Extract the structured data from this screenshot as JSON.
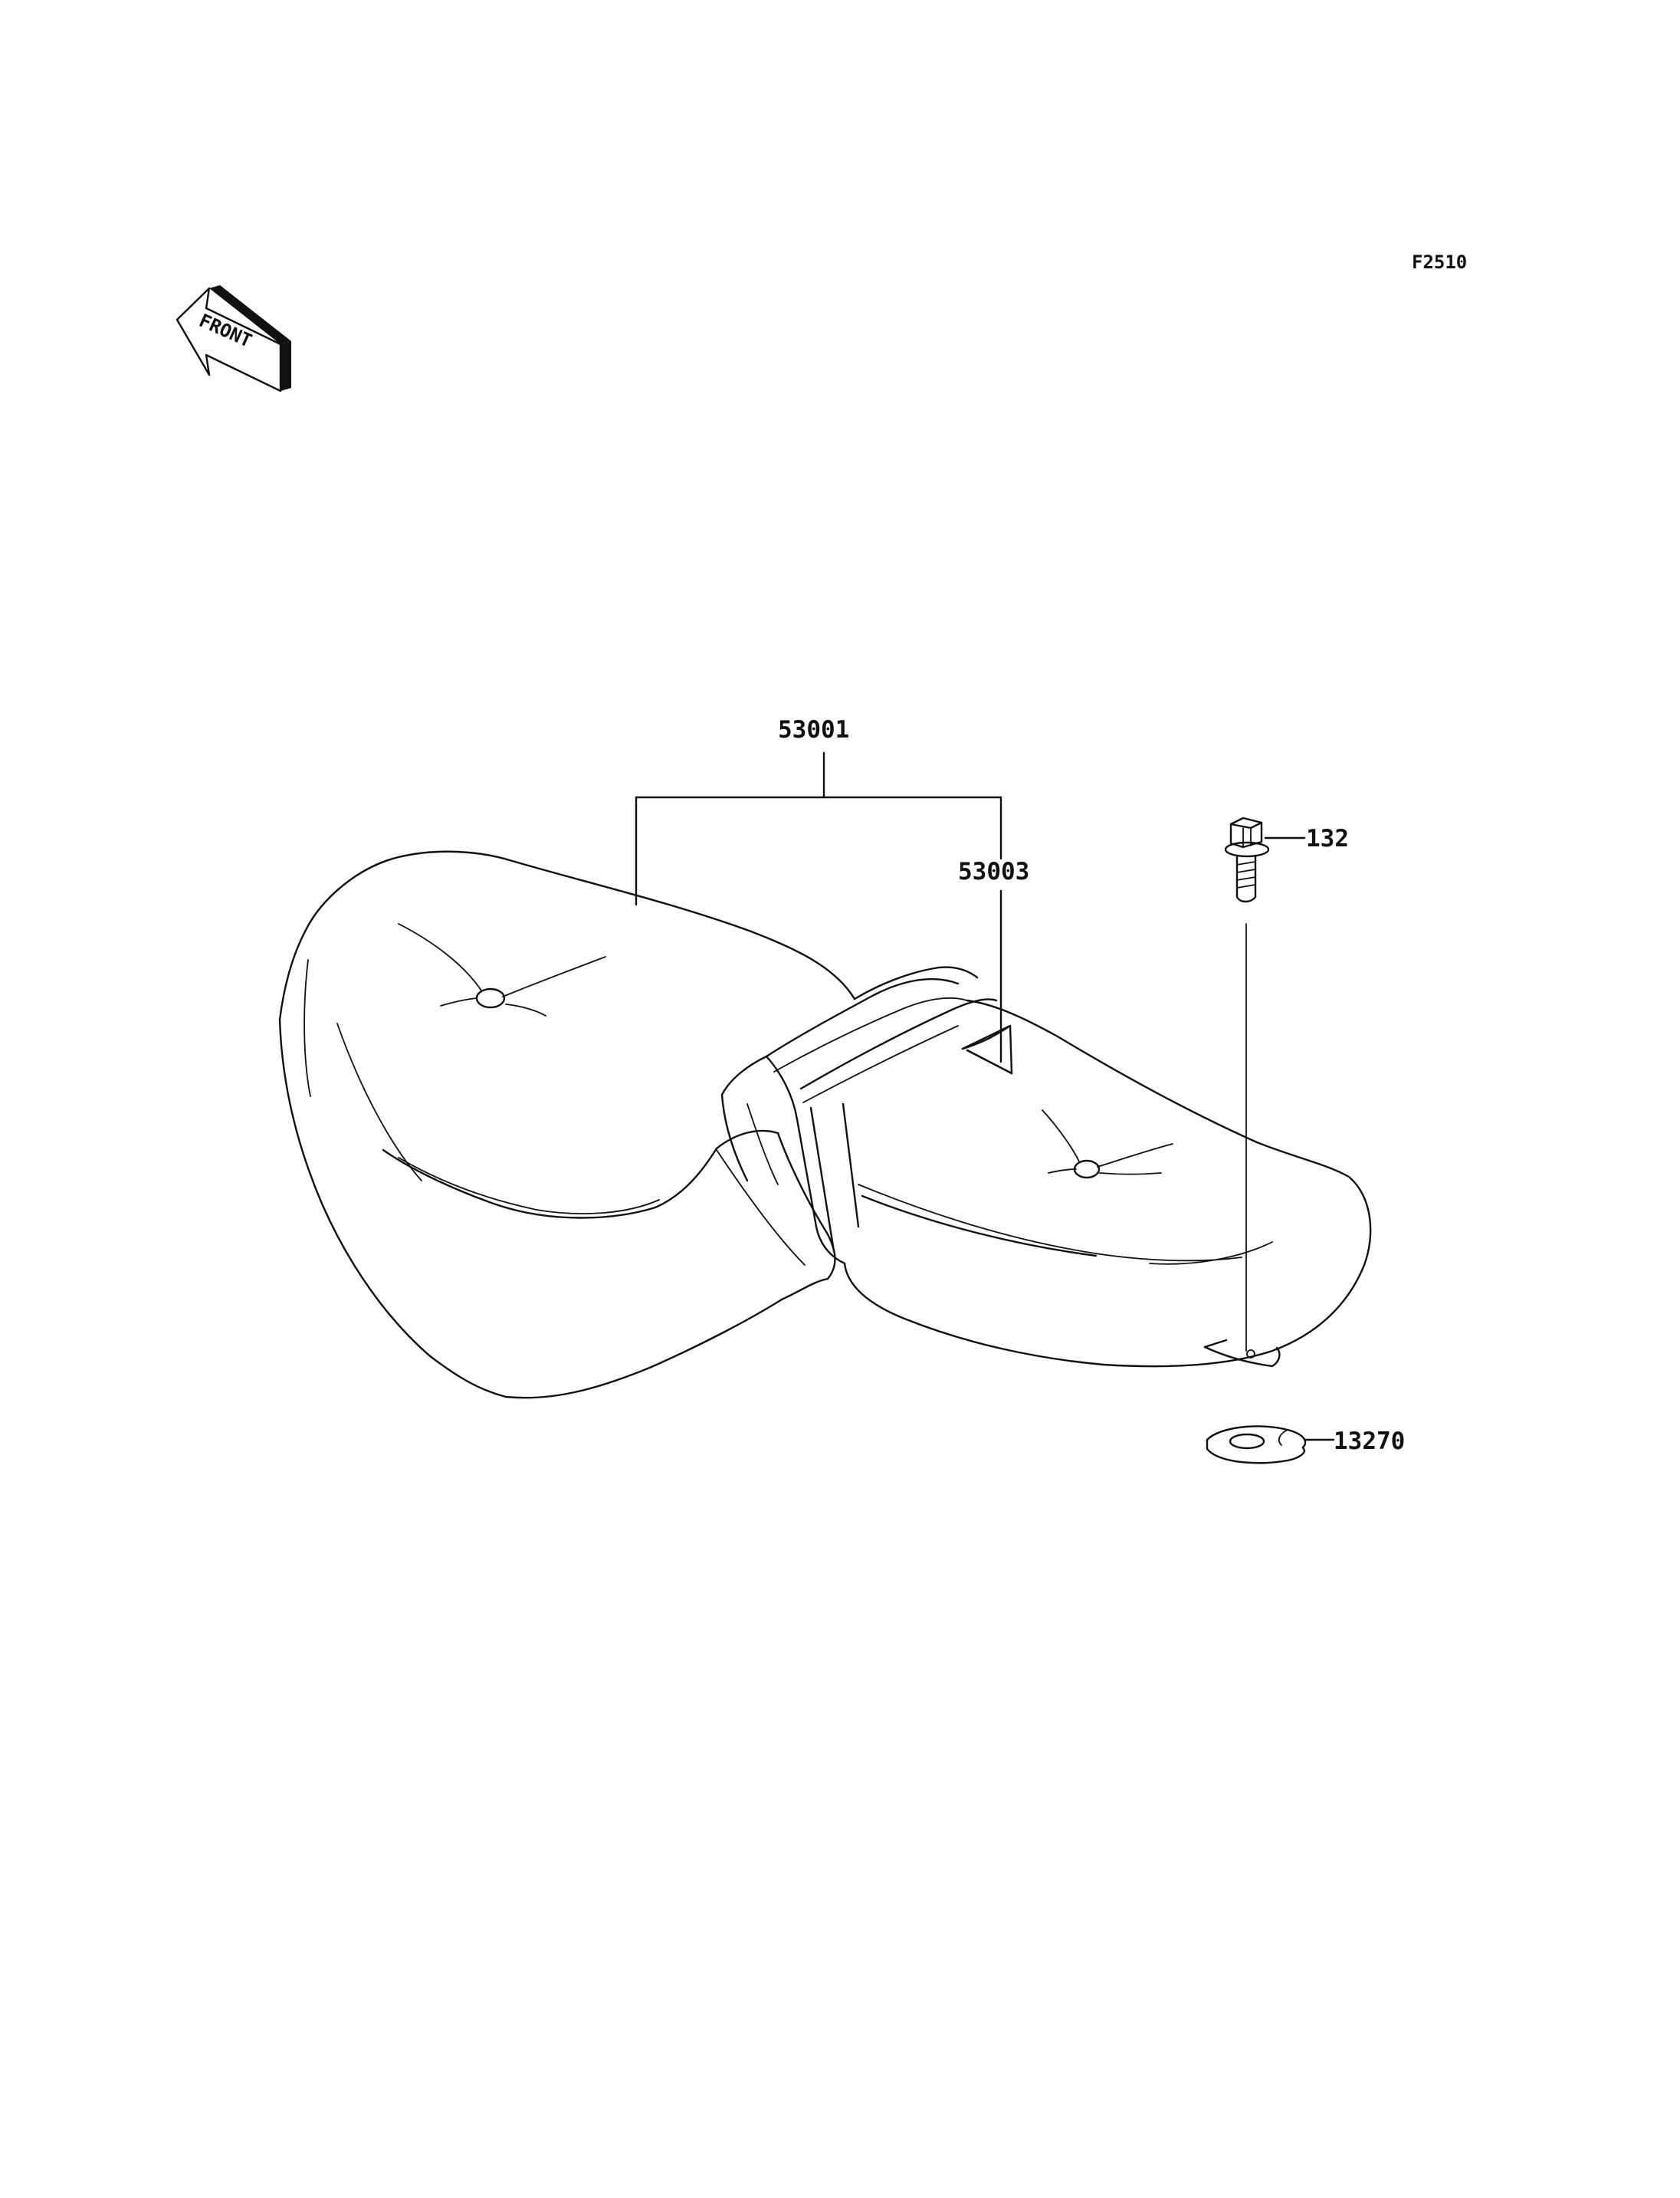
{
  "figure_code": "F2510",
  "direction_marker": {
    "text": "FRONT",
    "icon": "front-arrow-icon"
  },
  "callouts": [
    {
      "id": "seat-assembly",
      "part_number": "53001"
    },
    {
      "id": "seat-rear-cover",
      "part_number": "53003"
    },
    {
      "id": "bolt",
      "part_number": "132"
    },
    {
      "id": "grommet",
      "part_number": "13270"
    }
  ],
  "colors": {
    "line": "#111111",
    "background": "#ffffff"
  }
}
